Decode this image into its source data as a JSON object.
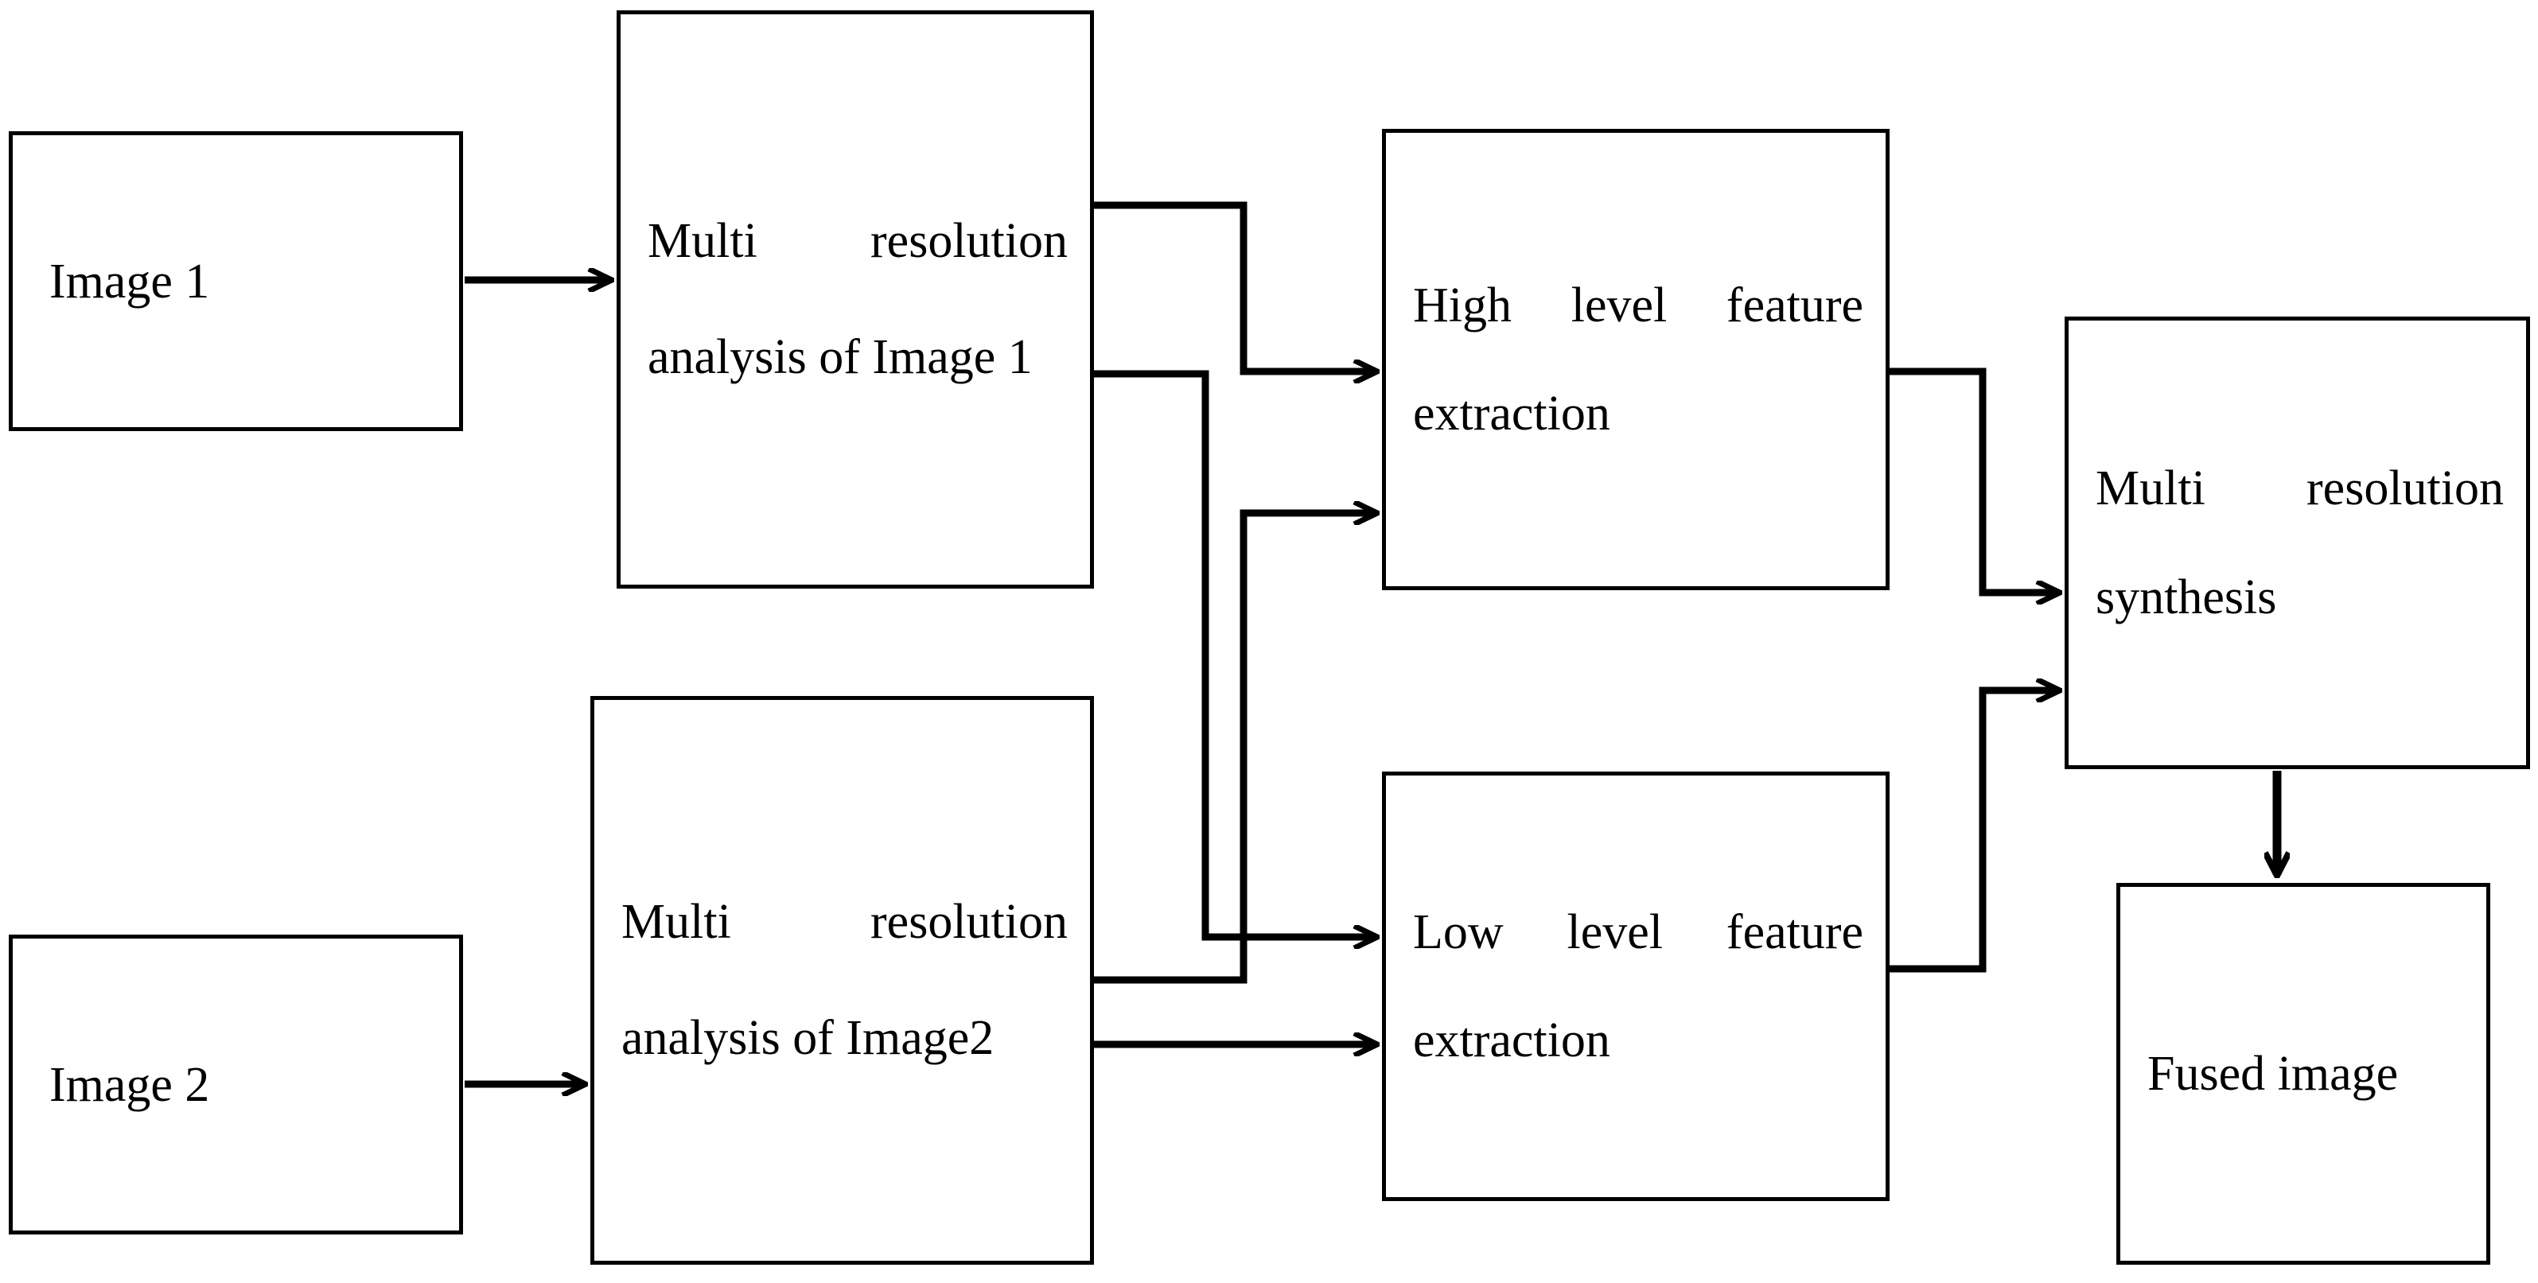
{
  "diagram": {
    "title": "Multi-resolution image fusion block diagram",
    "stroke_color": "#000000",
    "background_color": "#ffffff",
    "nodes": [
      {
        "id": "image-1",
        "label": "Image 1"
      },
      {
        "id": "mra-image-1",
        "label": "Multi resolution analysis of Image 1"
      },
      {
        "id": "image-2",
        "label": "Image 2"
      },
      {
        "id": "mra-image-2",
        "label": "Multi resolution analysis of Image2"
      },
      {
        "id": "high-level-feature",
        "label": "High level feature extraction"
      },
      {
        "id": "low-level-feature",
        "label": "Low level feature extraction"
      },
      {
        "id": "mr-synthesis",
        "label": "Multi resolution synthesis"
      },
      {
        "id": "fused-image",
        "label": "Fused image"
      }
    ],
    "edges": [
      {
        "id": "e1",
        "from": "image-1",
        "to": "mra-image-1"
      },
      {
        "id": "e2",
        "from": "image-2",
        "to": "mra-image-2"
      },
      {
        "id": "e3",
        "from": "mra-image-1",
        "to": "high-level-feature"
      },
      {
        "id": "e4",
        "from": "mra-image-1",
        "to": "low-level-feature"
      },
      {
        "id": "e5",
        "from": "mra-image-2",
        "to": "high-level-feature"
      },
      {
        "id": "e6",
        "from": "mra-image-2",
        "to": "low-level-feature"
      },
      {
        "id": "e7",
        "from": "high-level-feature",
        "to": "mr-synthesis"
      },
      {
        "id": "e8",
        "from": "low-level-feature",
        "to": "mr-synthesis"
      },
      {
        "id": "e9",
        "from": "mr-synthesis",
        "to": "fused-image"
      }
    ]
  }
}
